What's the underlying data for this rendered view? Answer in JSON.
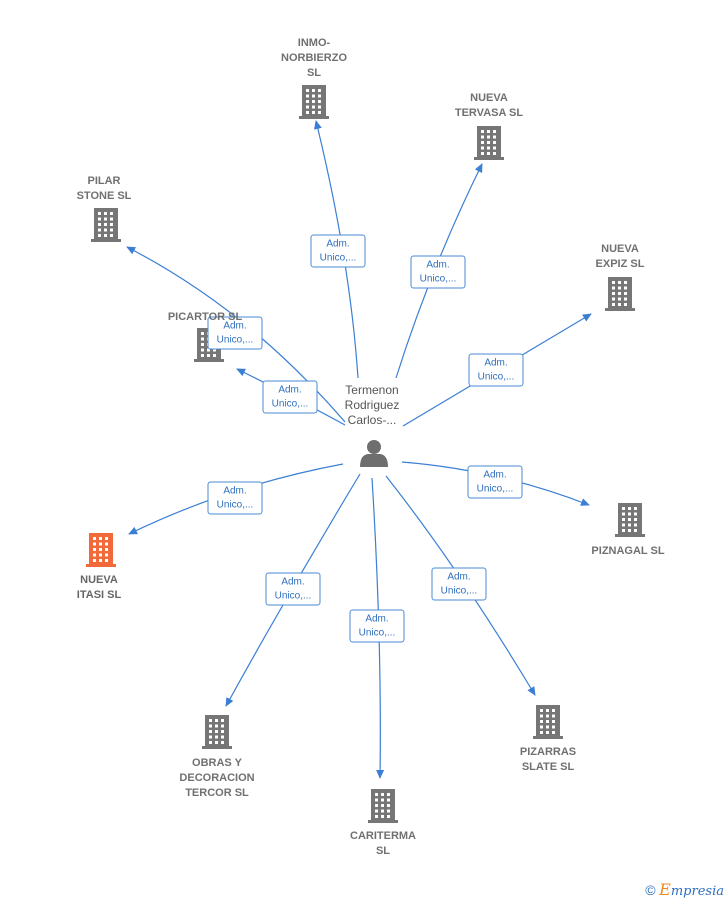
{
  "center": {
    "name": "Termenon\nRodriguez\nCarlos-..."
  },
  "nodes": [
    {
      "id": "inmo",
      "label": "INMO-\nNORBIERZO\nSL",
      "highlight": false
    },
    {
      "id": "tervasa",
      "label": "NUEVA\nTERVASA SL",
      "highlight": false
    },
    {
      "id": "pilar",
      "label": "PILAR\nSTONE SL",
      "highlight": false
    },
    {
      "id": "expiz",
      "label": "NUEVA\nEXPIZ SL",
      "highlight": false
    },
    {
      "id": "picartor",
      "label": "PICARTOR SL",
      "highlight": false
    },
    {
      "id": "piznagal",
      "label": "PIZNAGAL SL",
      "highlight": false
    },
    {
      "id": "itasi",
      "label": "NUEVA\nITASI SL",
      "highlight": true
    },
    {
      "id": "obras",
      "label": "OBRAS Y\nDECORACION\nTERCOR SL",
      "highlight": false
    },
    {
      "id": "cariterma",
      "label": "CARITERMA\nSL",
      "highlight": false
    },
    {
      "id": "pizarras",
      "label": "PIZARRAS\nSLATE SL",
      "highlight": false
    }
  ],
  "edges": [
    {
      "to": "inmo",
      "label": "Adm.\nUnico,..."
    },
    {
      "to": "tervasa",
      "label": "Adm.\nUnico,..."
    },
    {
      "to": "pilar",
      "label": "Adm.\nUnico,..."
    },
    {
      "to": "expiz",
      "label": "Adm.\nUnico,..."
    },
    {
      "to": "picartor",
      "label": "Adm.\nUnico,..."
    },
    {
      "to": "piznagal",
      "label": "Adm.\nUnico,..."
    },
    {
      "to": "itasi",
      "label": "Adm.\nUnico,..."
    },
    {
      "to": "obras",
      "label": "Adm.\nUnico,..."
    },
    {
      "to": "cariterma",
      "label": "Adm.\nUnico,..."
    },
    {
      "to": "pizarras",
      "label": "Adm.\nUnico,..."
    }
  ],
  "colors": {
    "edge": "#3b7fd4",
    "building": "#767676",
    "highlight": "#f26a3a",
    "person": "#6e6e6e"
  },
  "watermark": {
    "copyright": "©",
    "brand_initial": "E",
    "brand_rest": "mpresia"
  }
}
